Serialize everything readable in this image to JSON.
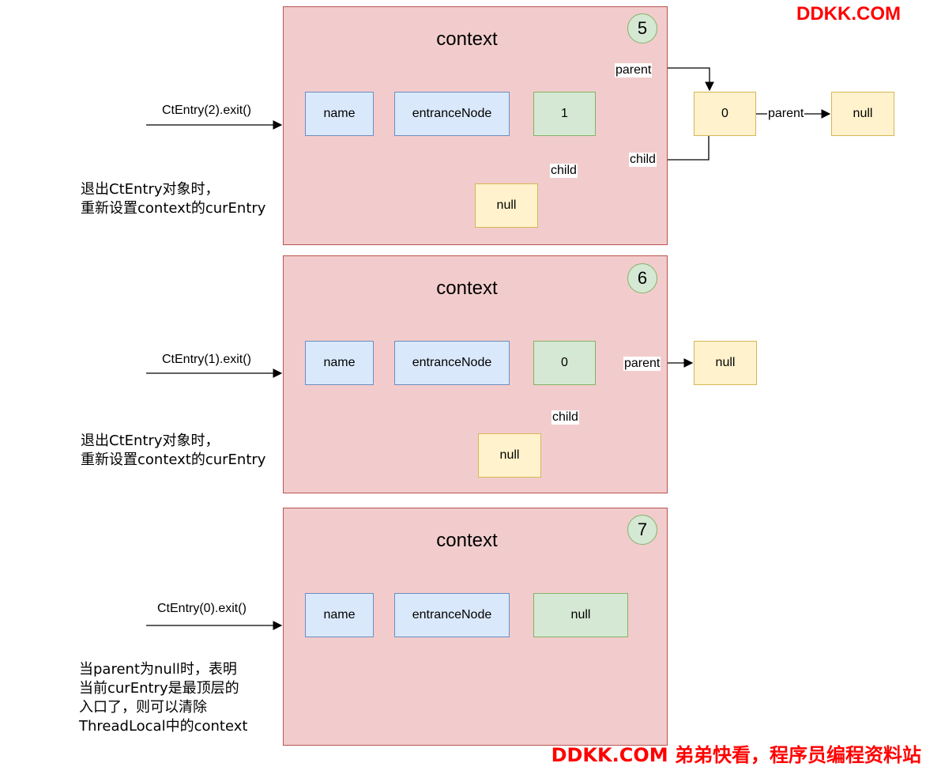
{
  "watermark_top": "DDKK.COM",
  "watermark_bottom": "DDKK.COM 弟弟快看，程序员编程资料站",
  "panels": [
    {
      "title": "context",
      "step": "5",
      "call": "CtEntry(2).exit()",
      "note": "退出CtEntry对象时，\n重新设置context的curEntry",
      "name_label": "name",
      "entrance_label": "entranceNode",
      "current": "1",
      "parent_node": "0",
      "parent_of_parent": "null",
      "child_node": "null",
      "edge_parent": "parent",
      "edge_child": "child",
      "edge_parent2": "parent",
      "edge_child2": "child"
    },
    {
      "title": "context",
      "step": "6",
      "call": "CtEntry(1).exit()",
      "note": "退出CtEntry对象时，\n重新设置context的curEntry",
      "name_label": "name",
      "entrance_label": "entranceNode",
      "current": "0",
      "parent_node": "null",
      "child_node": "null",
      "edge_parent": "parent",
      "edge_child": "child"
    },
    {
      "title": "context",
      "step": "7",
      "call": "CtEntry(0).exit()",
      "note": "当parent为null时，表明\n当前curEntry是最顶层的\n入口了，则可以清除\nThreadLocal中的context",
      "name_label": "name",
      "entrance_label": "entranceNode",
      "current": "null"
    }
  ]
}
